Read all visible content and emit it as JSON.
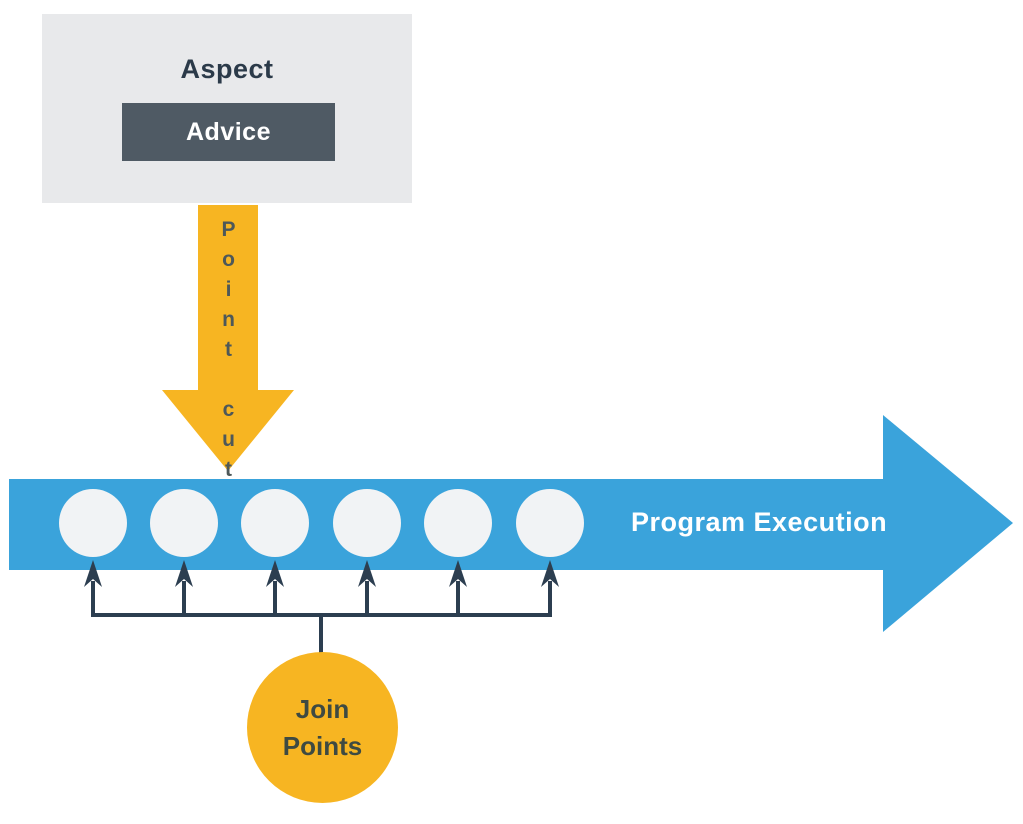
{
  "diagram": {
    "aspect_panel": {
      "title": "Aspect",
      "advice_label": "Advice"
    },
    "pointcut_arrow": {
      "label": "Point cut"
    },
    "execution_arrow": {
      "label": "Program Execution"
    },
    "join_points": {
      "label": "Join\nPoints",
      "circle_count": 6
    },
    "colors": {
      "panel_gray": "#e8e9eb",
      "advice_slate": "#4f5a64",
      "arrow_yellow": "#f7b522",
      "arrow_blue": "#3aa3db",
      "circle_fill": "#f1f3f5",
      "connector_dark": "#2c3e50",
      "dark_text": "#2b3a49",
      "pointcut_text": "#4e5859",
      "join_points_text": "#3e4a42"
    }
  }
}
